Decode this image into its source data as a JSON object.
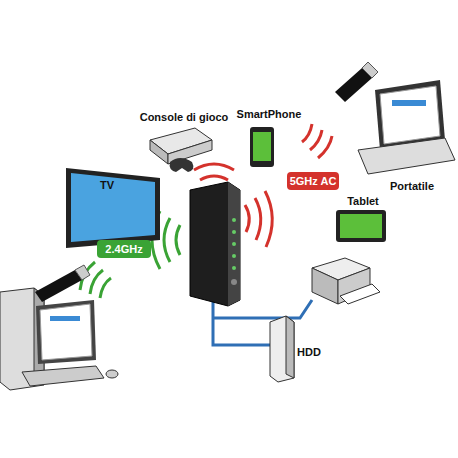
{
  "diagram": {
    "nodes": [
      {
        "text": [
          "Console di gioco"
        ]
      },
      {
        "text": [
          "SmartPhone"
        ]
      },
      {
        "text": [
          "Portatile"
        ]
      },
      {
        "text": [
          "5GHz AC"
        ]
      },
      {
        "text": [
          "Tablet"
        ]
      },
      {
        "text": [
          "TV"
        ]
      },
      {
        "text": [
          "2.4GHz"
        ]
      },
      {
        "text": [
          "HDD"
        ]
      }
    ]
  }
}
